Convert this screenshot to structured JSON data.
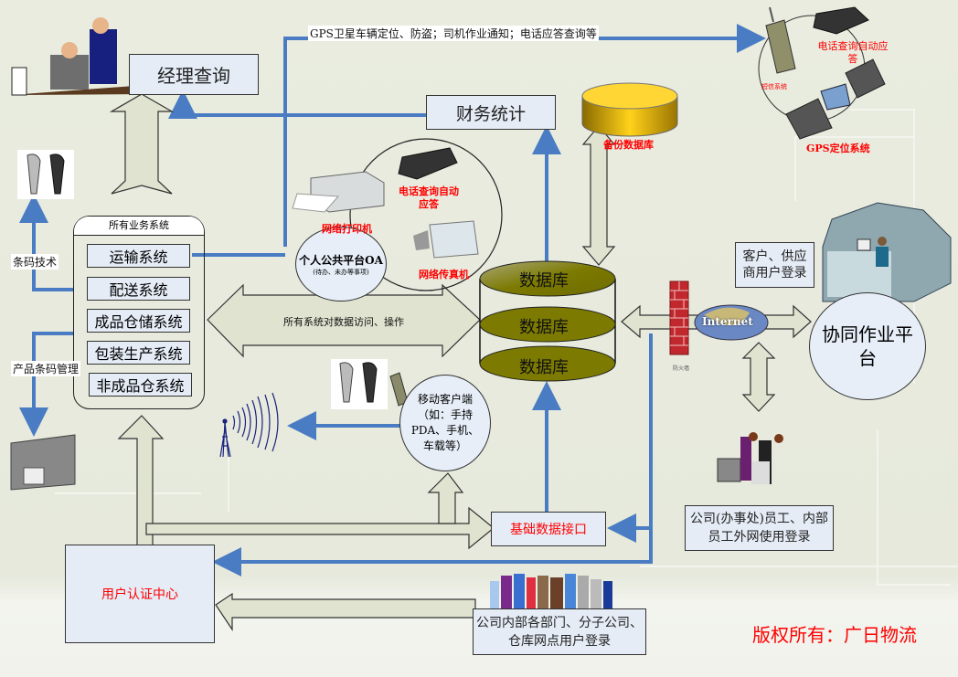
{
  "title": "广日物流 系统架构",
  "nodes": {
    "manager_query": "经理查询",
    "finance_stats": "财务统计",
    "all_business_systems": {
      "title": "所有业务系统",
      "items": [
        "运输系统",
        "配送系统",
        "成品仓储系统",
        "包装生产系统",
        "非成品仓系统"
      ]
    },
    "oa_platform": {
      "title": "个人公共平台OA",
      "subtitle": "(待办、未办等事项)"
    },
    "database_layers": [
      "数据库",
      "数据库",
      "数据库"
    ],
    "backup_db": "备份数据库",
    "collab_platform": "协同作业平台",
    "customer_login": "客户、供应商用户登录",
    "employee_login": "公司(办事处)员工、内部员工外网使用登录",
    "internal_login": "公司内部各部门、分子公司、仓库网点用户登录",
    "base_data_interface": "基础数据接口",
    "auth_center": "用户认证中心",
    "mobile_client": "移动客户端（如：手持PDA、手机、车载等）"
  },
  "labels": {
    "gps_line": "GPS卫星车辆定位、防盗；司机作业通知；电话应答查询等",
    "phone_auto_answer_top": "电话查询自动应答",
    "sms_system": "短信系统",
    "gps_system": "GPS定位系统",
    "network_printer": "网络打印机",
    "phone_auto_answer_mid": "电话查询自动应答",
    "network_fax": "网络传真机",
    "data_access": "所有系统对数据访问、操作",
    "barcode_tech": "条码技术",
    "product_barcode_mgmt": "产品条码管理",
    "firewall": "防火墙",
    "internet": "Internet",
    "copyright": "版权所有：广日物流"
  },
  "colors": {
    "connector_blue": "#4a7cc4",
    "box_fill": "#e5ecf6",
    "fat_arrow_fill": "#dfe3d0",
    "db_olive": "#7c7a00",
    "backup_gold": "#f4c800",
    "highlight_red": "#ff0000"
  }
}
